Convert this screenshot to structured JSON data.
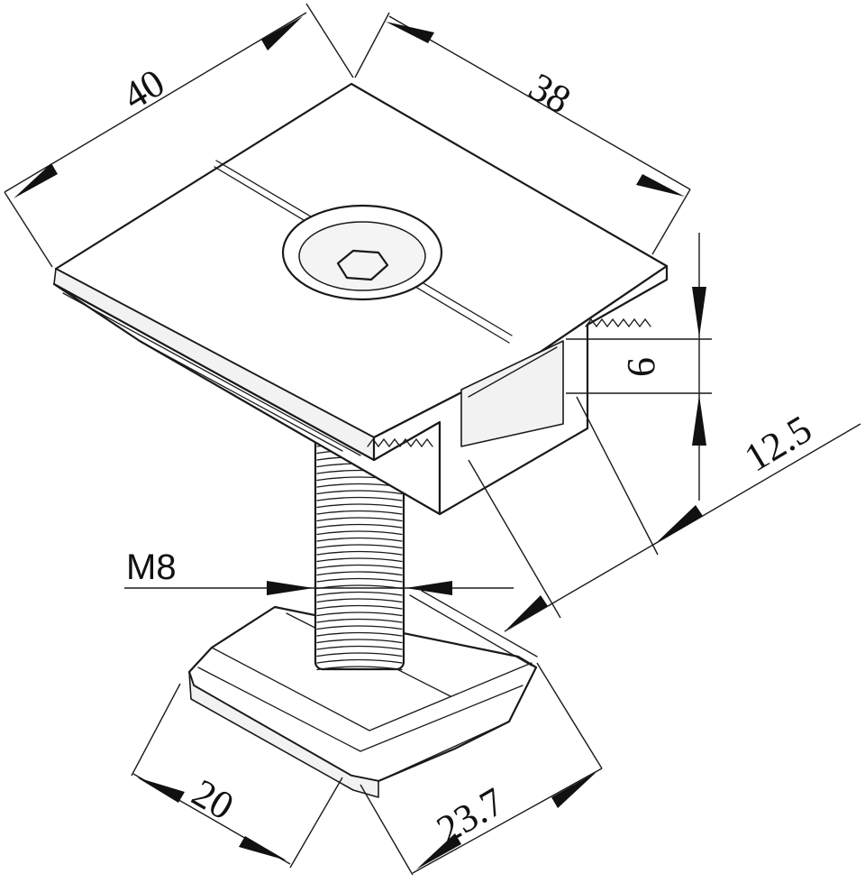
{
  "dimensions": {
    "width_top": "40",
    "length_top": "38",
    "slot_height": "6",
    "body_height": "12.5",
    "bolt": "M8",
    "nut_width": "20",
    "nut_length": "23.7"
  }
}
